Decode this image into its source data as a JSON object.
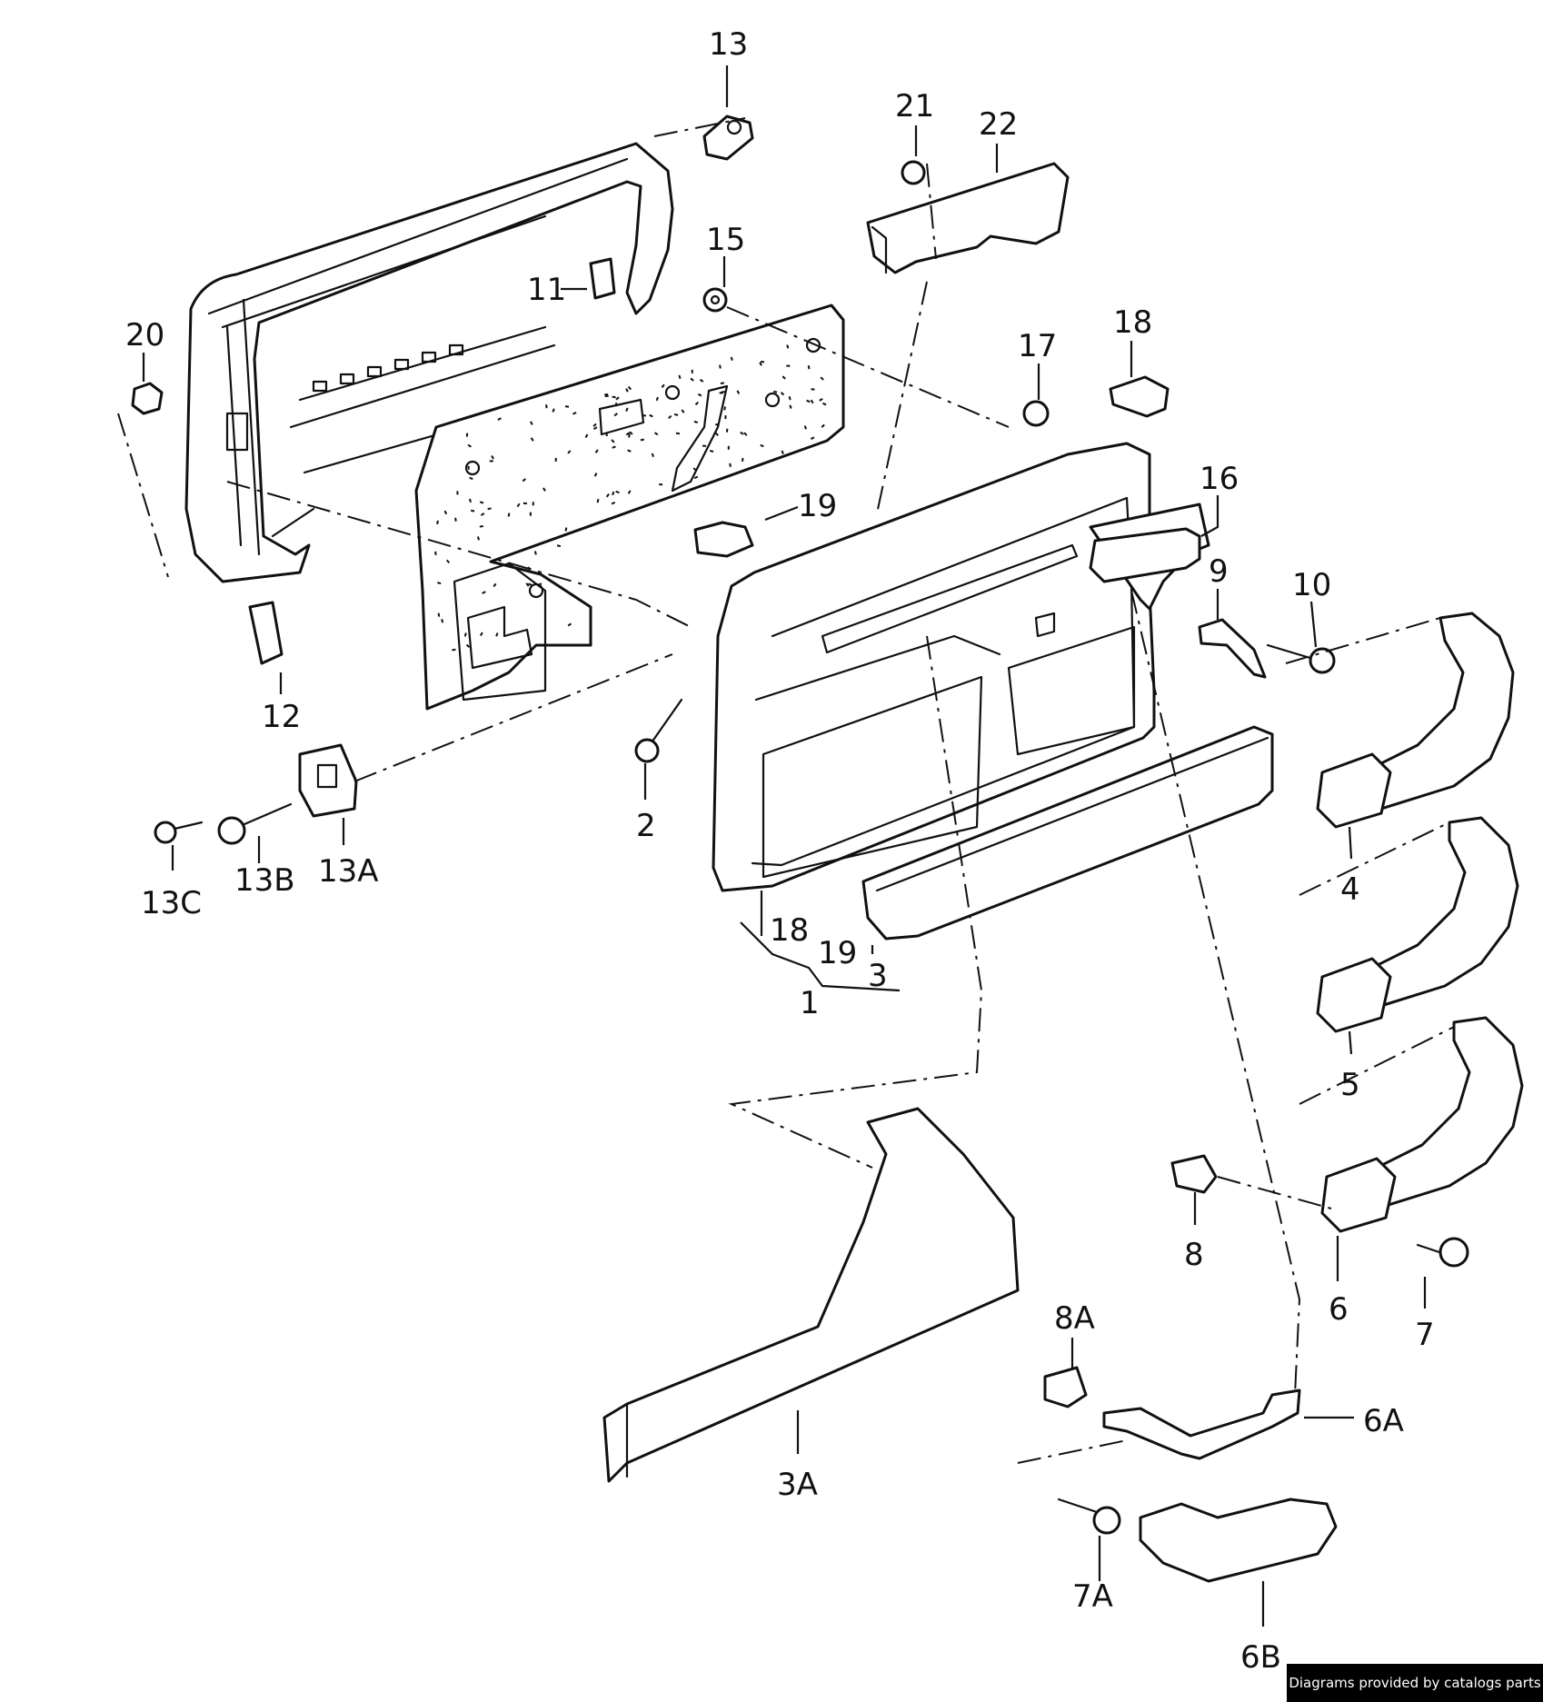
{
  "diagram": {
    "callouts": [
      "13",
      "21",
      "22",
      "15",
      "11",
      "20",
      "17",
      "18",
      "19",
      "16",
      "9",
      "10",
      "12",
      "2",
      "13A",
      "13B",
      "13C",
      "18",
      "19",
      "3",
      "1",
      "4",
      "5",
      "8",
      "6",
      "7",
      "8A",
      "6A",
      "3A",
      "7A",
      "6B"
    ]
  },
  "footer": {
    "credit": "Diagrams provided by catalogs parts"
  },
  "colors": {
    "ink": "#111111",
    "paper": "#ffffff"
  }
}
